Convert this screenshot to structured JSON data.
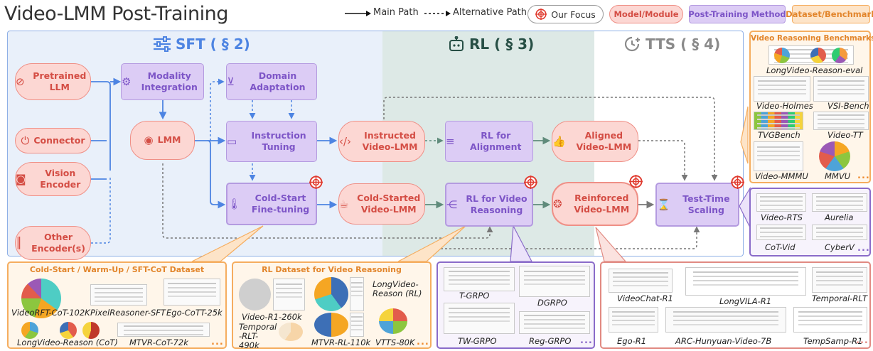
{
  "title": "Video-LMM Post-Training",
  "legend": {
    "main_path": "Main Path",
    "alt_path": "Alternative Path",
    "our_focus": "Our Focus",
    "model": "Model/Module",
    "method": "Post-Training Method",
    "dataset": "Dataset/Benchmark"
  },
  "stages": {
    "sft": "SFT ( § 2)",
    "rl": "RL ( § 3)",
    "tts": "TTS ( § 4)"
  },
  "nodes": {
    "pretrained": "Pretrained LLM",
    "connector": "Connector",
    "vision": "Vision Encoder",
    "other": "Other Encoder(s)",
    "lmm": "LMM",
    "modality": "Modality Integration",
    "domain": "Domain Adaptation",
    "instruction": "Instruction Tuning",
    "coldstart": "Cold-Start Fine-tuning",
    "instructed": "Instructed Video-LMM",
    "coldstarted": "Cold-Started Video-LMM",
    "rl_align": "RL for Alignment",
    "rl_reason": "RL for Video Reasoning",
    "aligned": "Aligned Video-LMM",
    "reinforced": "Reinforced Video-LMM",
    "tts": "Test-Time Scaling"
  },
  "bench": {
    "title": "Video Reasoning Benchmarks",
    "items": [
      "LongVideo-Reason-eval",
      "Video-Holmes",
      "VSI-Bench",
      "TVGBench",
      "Video-TT",
      "Video-MMMU",
      "MMVU"
    ],
    "more": "..."
  },
  "tts_box": {
    "items": [
      "Video-RTS",
      "Aurelia",
      "CoT-Vid",
      "CyberV"
    ],
    "more": "..."
  },
  "cold_ds": {
    "title": "Cold-Start / Warm-Up / SFT-CoT Dataset",
    "items": [
      "VideoRFT-CoT-102K",
      "PixelReasoner-SFT",
      "Ego-CoTT-25k",
      "LongVideo-Reason (CoT)",
      "MTVR-CoT-72k"
    ],
    "more": "..."
  },
  "rl_ds": {
    "title": "RL Dataset for Video Reasoning",
    "items": [
      "Video-R1-260k",
      "Temporal -RLT-490k",
      "MTVR-RL-110k",
      "LongVideo- Reason (RL)",
      "VTTS-80K"
    ],
    "more": "..."
  },
  "grpo": {
    "items": [
      "T-GRPO",
      "DGRPO",
      "TW-GRPO",
      "Reg-GRPO"
    ],
    "more": "..."
  },
  "models": {
    "items": [
      "VideoChat-R1",
      "LongVILA-R1",
      "Temporal-RLT",
      "Ego-R1",
      "ARC-Hunyuan-Video-7B",
      "TempSamp-R1"
    ],
    "more": "..."
  },
  "colors": {
    "sft_bg": "#e9f0fa",
    "rl_bg": "#dde9e6",
    "model_fill": "#fcd7d3",
    "method_fill": "#dcccf5",
    "dataset_border": "#f5ad5f",
    "main_arrow_blue": "#4d84e2",
    "main_arrow_green": "#5f8b7b"
  }
}
